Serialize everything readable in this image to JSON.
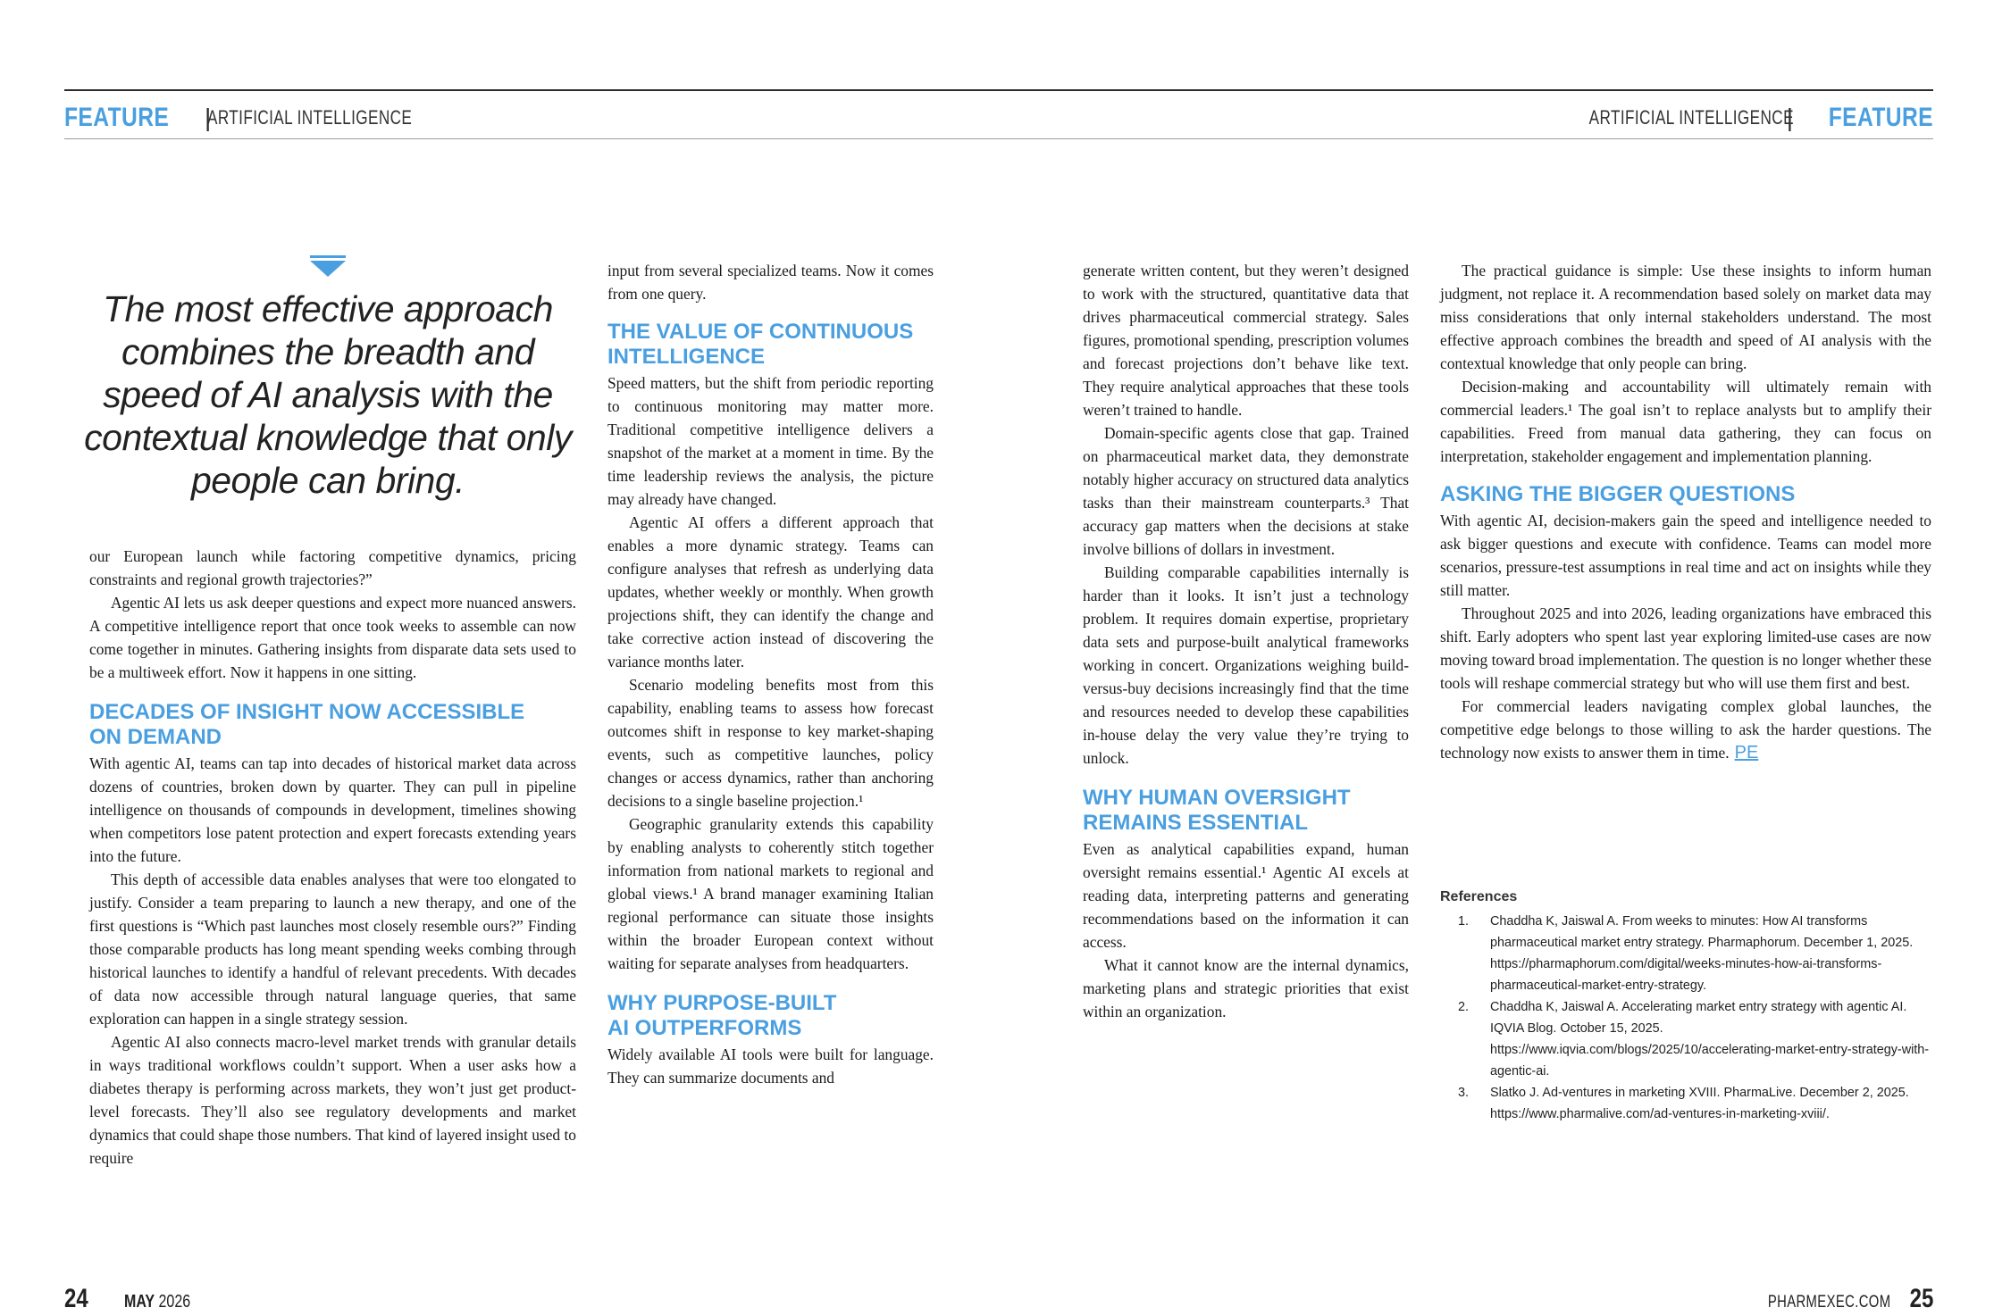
{
  "header": {
    "left_feature": "FEATURE",
    "left_section": "ARTIFICIAL INTELLIGENCE",
    "right_section": "ARTIFICIAL INTELLIGENCE",
    "right_feature": "FEATURE",
    "separator": "|"
  },
  "pullquote": "The most effective approach combines the breadth and speed of AI analysis with the contextual knowledge that only people can bring.",
  "col1": {
    "p1": "our European launch while factoring competitive dynamics, pricing constraints and regional growth trajectories?”",
    "p2": "Agentic AI lets us ask deeper questions and expect more nuanced answers. A competitive intelligence report that once took weeks to assemble can now come together in minutes. Gathering insights from disparate data sets used to be a multiweek effort. Now it happens in one sitting.",
    "h1_line1": "DECADES OF INSIGHT NOW ACCESSIBLE",
    "h1_line2": "ON DEMAND",
    "p3": "With agentic AI, teams can tap into decades of historical market data across dozens of countries, broken down by quarter. They can pull in pipeline intelligence on thousands of compounds in development, timelines showing when competitors lose patent protection and expert forecasts extending years into the future.",
    "p4": "This depth of accessible data enables analyses that were too elongated to justify. Consider a team preparing to launch a new therapy, and one of the first questions is “Which past launches most closely resemble ours?” Finding those comparable products has long meant spending weeks combing through historical launches to identify a handful of relevant precedents. With decades of data now accessible through natural language queries, that same exploration can happen in a single strategy session.",
    "p5": "Agentic AI also connects macro-level market trends with granular details in ways traditional workflows couldn’t support. When a user asks how a diabetes therapy is performing across markets, they won’t just get product-level forecasts. They’ll also see regulatory developments and market dynamics that could shape those numbers. That kind of layered insight used to require"
  },
  "col2": {
    "p1": "input from several specialized teams. Now it comes from one query.",
    "h1_line1": "THE VALUE OF CONTINUOUS",
    "h1_line2": "INTELLIGENCE",
    "p2": "Speed matters, but the shift from periodic reporting to continuous monitoring may matter more. Traditional competitive intelligence delivers a snapshot of the market at a moment in time. By the time leadership reviews the analysis, the picture may already have changed.",
    "p3": "Agentic AI offers a different approach that enables a more dynamic strategy. Teams can configure analyses that refresh as underlying data updates, whether weekly or monthly. When growth projections shift, they can identify the change and take corrective action instead of discovering the variance months later.",
    "p4": "Scenario modeling benefits most from this capability, enabling teams to assess how forecast outcomes shift in response to key market-shaping events, such as competitive launches, policy changes or access dynamics, rather than anchoring decisions to a single baseline projection.¹",
    "p5": "Geographic granularity extends this capability by enabling analysts to coherently stitch together information from national markets to regional and global views.¹ A brand manager examining Italian regional performance can situate those insights within the broader European context without waiting for separate analyses from headquarters.",
    "h2_line1": "WHY PURPOSE-BUILT",
    "h2_line2": "AI OUTPERFORMS",
    "p6": "Widely available AI tools were built for language. They can summarize documents and"
  },
  "col3": {
    "p1": "generate written content, but they weren’t designed to work with the structured, quantitative data that drives pharmaceutical commercial strategy. Sales figures, promotional spending, prescription volumes and forecast projections don’t behave like text. They require analytical approaches that these tools weren’t trained to handle.",
    "p2": "Domain-specific agents close that gap. Trained on pharmaceutical market data, they demonstrate notably higher accuracy on structured data analytics tasks than their mainstream counterparts.³ That accuracy gap matters when the decisions at stake involve billions of dollars in investment.",
    "p3": "Building comparable capabilities internally is harder than it looks. It isn’t just a technology problem. It requires domain expertise, proprietary data sets and purpose-built analytical frameworks working in concert. Organizations weighing build-versus-buy decisions increasingly find that the time and resources needed to develop these capabilities in-house delay the very value they’re trying to unlock.",
    "h1_line1": "WHY HUMAN OVERSIGHT",
    "h1_line2": "REMAINS ESSENTIAL",
    "p4": "Even as analytical capabilities expand, human oversight remains essential.¹ Agentic AI excels at reading data, interpreting patterns and generating recommendations based on the information it can access.",
    "p5": "What it cannot know are the internal dynamics, marketing plans and strategic priorities that exist within an organization."
  },
  "col4": {
    "p1": "The practical guidance is simple: Use these insights to inform human judgment, not replace it. A recommendation based solely on market data may miss considerations that only internal stakeholders understand. The most effective approach combines the breadth and speed of AI analysis with the contextual knowledge that only people can bring.",
    "p2": "Decision-making and accountability will ultimately remain with commercial leaders.¹ The goal isn’t to replace analysts but to amplify their capabilities. Freed from manual data gathering, they can focus on interpretation, stakeholder engagement and implementation planning.",
    "h1": "ASKING THE BIGGER QUESTIONS",
    "p3": "With agentic AI, decision-makers gain the speed and intelligence needed to ask bigger questions and execute with confidence. Teams can model more scenarios, pressure-test assumptions in real time and act on insights while they still matter.",
    "p4": "Throughout 2025 and into 2026, leading organizations have embraced this shift. Early adopters who spent last year exploring limited-use cases are now moving toward broad implementation. The question is no longer whether these tools will reshape commercial strategy but who will use them first and best.",
    "p5": "For commercial leaders navigating complex global launches, the competitive edge belongs to those willing to ask the harder questions. The technology now exists to answer them in time.",
    "end_mark": "PE"
  },
  "references": {
    "title": "References",
    "items": [
      {
        "num": "1.",
        "text": "Chaddha K, Jaiswal A. From weeks to minutes: How AI transforms pharmaceutical market entry strategy. Pharmaphorum. December 1, 2025. https://pharmaphorum.com/digital/weeks-minutes-how-ai-transforms-pharmaceutical-market-entry-strategy."
      },
      {
        "num": "2.",
        "text": "Chaddha K, Jaiswal A. Accelerating market entry strategy with agentic AI. IQVIA Blog. October 15, 2025. https://www.iqvia.com/blogs/2025/10/accelerating-market-entry-strategy-with-agentic-ai."
      },
      {
        "num": "3.",
        "text": "Slatko J. Ad-ventures in marketing XVIII. PharmaLive. December 2, 2025. https://www.pharmalive.com/ad-ventures-in-marketing-xviii/."
      }
    ]
  },
  "footer": {
    "left_page": "24",
    "issue_month": "MAY",
    "issue_year": "2026",
    "site": "PHARMEXEC.COM",
    "right_page": "25"
  },
  "colors": {
    "accent": "#4a9fe0",
    "text": "#1a1a1a",
    "rule": "#2b2b2b"
  }
}
